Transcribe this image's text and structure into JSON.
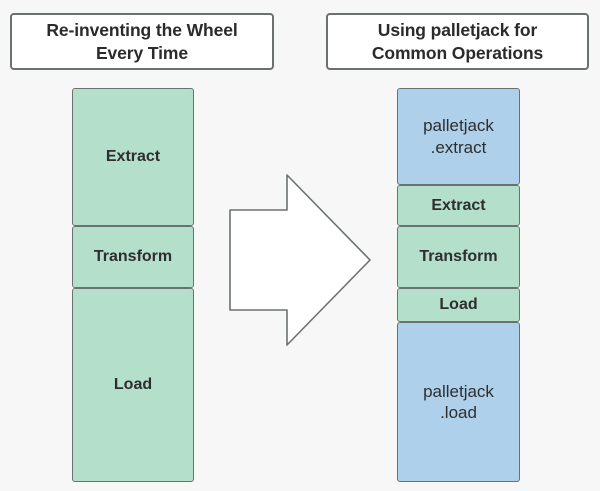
{
  "diagram": {
    "background_color": "#f7f7f7",
    "border_color": "#6b7171",
    "green_color": "#b3dfcb",
    "blue_color": "#aed0ea",
    "text_color": "#2e2e2e",
    "left_panel": {
      "title": "Re-inventing the Wheel Every Time",
      "title_line1": "Re-inventing the Wheel",
      "title_line2": "Every Time",
      "blocks": [
        {
          "label": "Extract",
          "style": "green"
        },
        {
          "label": "Transform",
          "style": "green"
        },
        {
          "label": "Load",
          "style": "green"
        }
      ]
    },
    "right_panel": {
      "title": "Using palletjack for Common Operations",
      "title_line1": "Using palletjack for",
      "title_line2": "Common Operations",
      "blocks": [
        {
          "label": "palletjack .extract",
          "line1": "palletjack",
          "line2": ".extract",
          "style": "blue"
        },
        {
          "label": "Extract",
          "style": "green"
        },
        {
          "label": "Transform",
          "style": "green"
        },
        {
          "label": "Load",
          "style": "green"
        },
        {
          "label": "palletjack .load",
          "line1": "palletjack",
          "line2": ".load",
          "style": "blue"
        }
      ]
    },
    "arrow": {
      "name": "right-arrow",
      "direction": "right",
      "fill": "#ffffff",
      "stroke": "#6b7171"
    }
  }
}
